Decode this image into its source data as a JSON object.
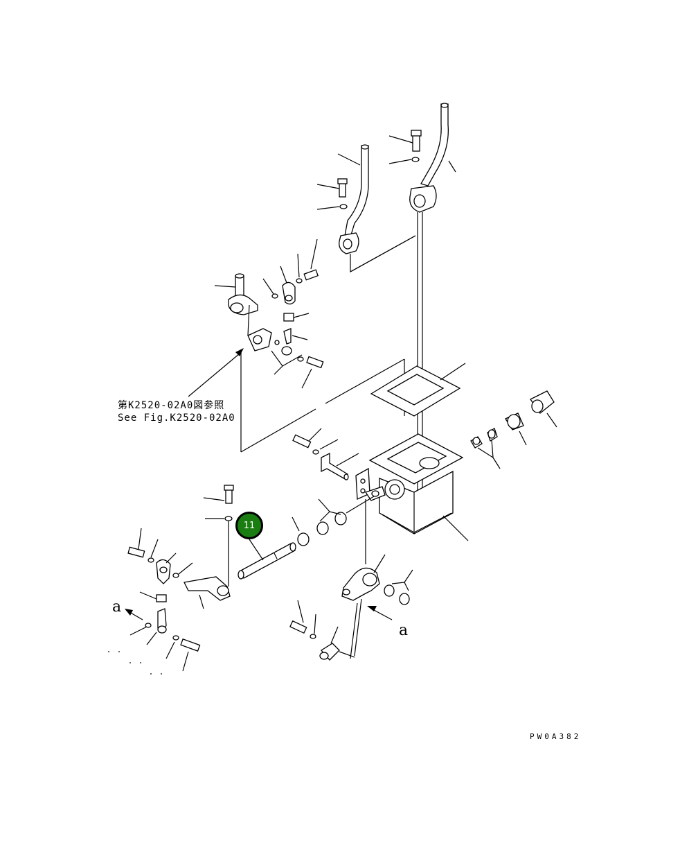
{
  "reference": {
    "jp": "第K2520-02A0図参照",
    "en": "See Fig.K2520-02A0"
  },
  "callout": {
    "label": "11",
    "color": "#1a7d12"
  },
  "view_markers": [
    "a",
    "a"
  ],
  "drawing_code": "PW0A382"
}
